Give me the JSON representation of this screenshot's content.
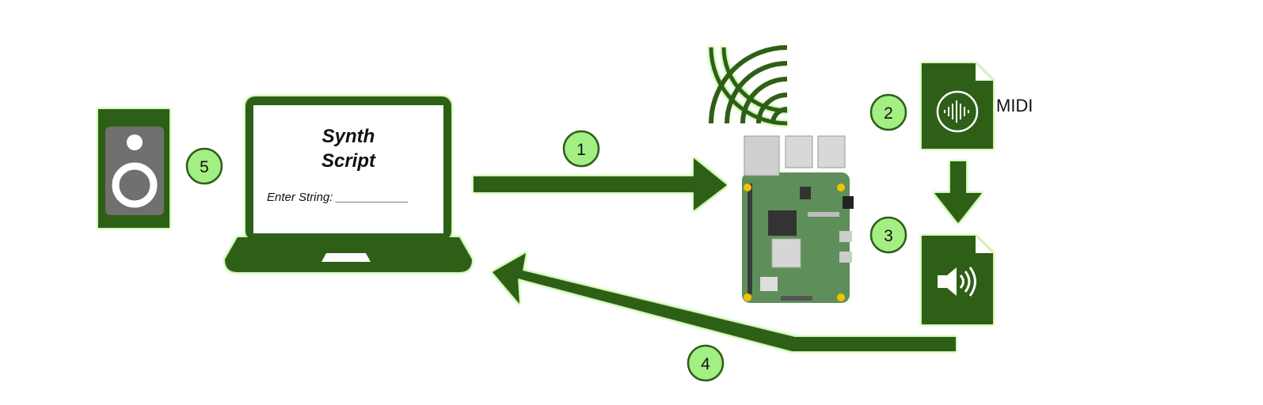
{
  "laptop": {
    "title_line1": "Synth",
    "title_line2": "Script",
    "prompt": "Enter String: ___________"
  },
  "file_label": "MIDI",
  "steps": [
    "1",
    "2",
    "3",
    "4",
    "5"
  ],
  "icons": {
    "speaker": "speaker-icon",
    "laptop": "laptop-icon",
    "wifi": "wifi-icon",
    "board": "raspberry-pi-icon",
    "midi_file": "midi-file-icon",
    "audio_file": "audio-file-icon"
  },
  "colors": {
    "dark_green": "#2f5f17",
    "glow_green": "#a9ec7a",
    "badge_fill": "#a4ef84",
    "speaker_grey": "#6f6f6f",
    "board_green": "#5e8f5a"
  }
}
